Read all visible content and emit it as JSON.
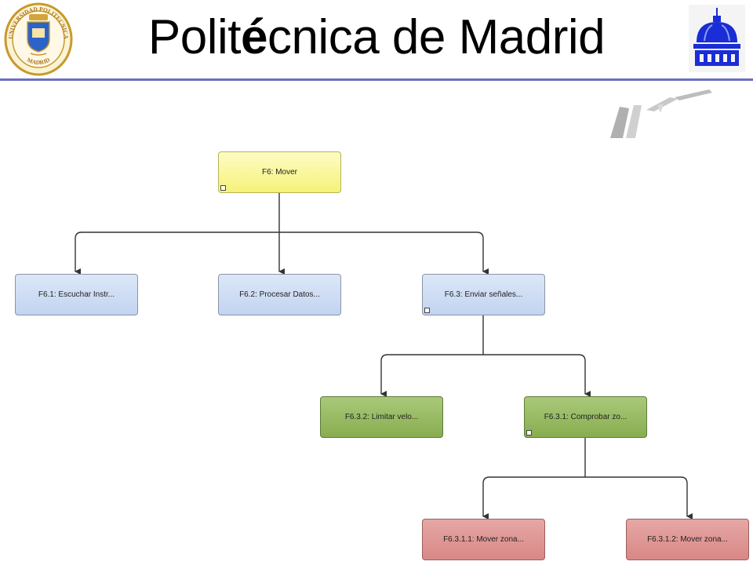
{
  "header": {
    "title_pre": "Polit",
    "title_accent": "é",
    "title_post": "cnica de Madrid"
  },
  "left_logo": {
    "arc_top": "UNIVERSIDAD POLITECNICA",
    "arc_bottom": "MADRID"
  },
  "colors": {
    "rule": "#6a6fc0",
    "root": "#f6f27a",
    "level1": "#c2d4f0",
    "level2": "#88ad4f",
    "level3": "#d88886",
    "dome": "#1a2dd6"
  },
  "diagram": {
    "nodes": [
      {
        "id": "f6",
        "label": "F6: Mover",
        "color": "yellow",
        "has_children_marker": true
      },
      {
        "id": "f61",
        "label": "F6.1: Escuchar Instr...",
        "color": "blue",
        "has_children_marker": false
      },
      {
        "id": "f62",
        "label": "F6.2: Procesar Datos...",
        "color": "blue",
        "has_children_marker": false
      },
      {
        "id": "f63",
        "label": "F6.3: Enviar señales...",
        "color": "blue",
        "has_children_marker": true
      },
      {
        "id": "f632",
        "label": "F6.3.2: Limitar velo...",
        "color": "green",
        "has_children_marker": false
      },
      {
        "id": "f631",
        "label": "F6.3.1: Comprobar zo...",
        "color": "green",
        "has_children_marker": true
      },
      {
        "id": "f6311",
        "label": "F6.3.1.1: Mover zona...",
        "color": "red",
        "has_children_marker": false
      },
      {
        "id": "f6312",
        "label": "F6.3.1.2: Mover zona...",
        "color": "red",
        "has_children_marker": false
      }
    ]
  }
}
